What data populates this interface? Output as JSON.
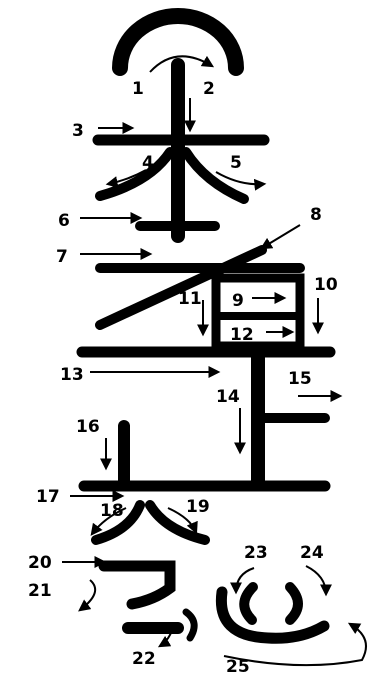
{
  "colors": {
    "ink": "#000000",
    "background": "#ffffff"
  },
  "steps": [
    "1",
    "2",
    "3",
    "4",
    "5",
    "6",
    "7",
    "8",
    "9",
    "10",
    "11",
    "12",
    "13",
    "14",
    "15",
    "16",
    "17",
    "18",
    "19",
    "20",
    "21",
    "22",
    "23",
    "24",
    "25"
  ]
}
